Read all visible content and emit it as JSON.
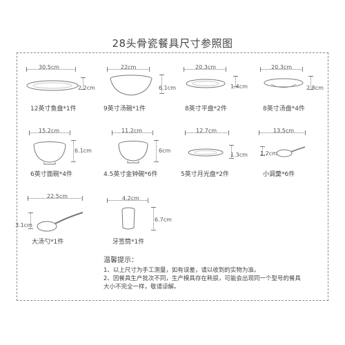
{
  "title": "28头骨瓷餐具尺寸参照图",
  "items": [
    {
      "name": "12英寸鱼盘*1件",
      "width": "30.5cm",
      "height": "2.2cm"
    },
    {
      "name": "9英寸汤碗*1件",
      "width": "22cm",
      "height": "6.1cm"
    },
    {
      "name": "8英寸平盘*2件",
      "width": "20.3cm",
      "height": "1.4cm"
    },
    {
      "name": "8英寸汤盘*4件",
      "width": "20.3cm",
      "height": "2.8cm"
    },
    {
      "name": "6英寸面碗*4件",
      "width": "15.2cm",
      "height": "6.1cm"
    },
    {
      "name": "4.5英寸金钟碗*6件",
      "width": "11.2cm",
      "height": "6cm"
    },
    {
      "name": "5英寸月光盘*2件",
      "width": "12.7cm",
      "height": "1.3cm"
    },
    {
      "name": "小调羹*6件",
      "width": "13.5cm",
      "height": "1.2cm"
    },
    {
      "name": "大汤勺*1件",
      "width": "22.5cm",
      "height": "3.1cm"
    },
    {
      "name": "牙签筒*1件",
      "width": "4.2cm",
      "height": "6.7cm"
    }
  ],
  "notes": {
    "heading": "温馨提示：",
    "line1": "1、以上尺寸为手工测量，如有误差，请以收到的实物为准。",
    "line2": "2、因餐具生产批次不同，生产模具存在耗损，可能会出现同一个型号的餐具",
    "line3": "大小不完全一样，敬请谅解。"
  }
}
